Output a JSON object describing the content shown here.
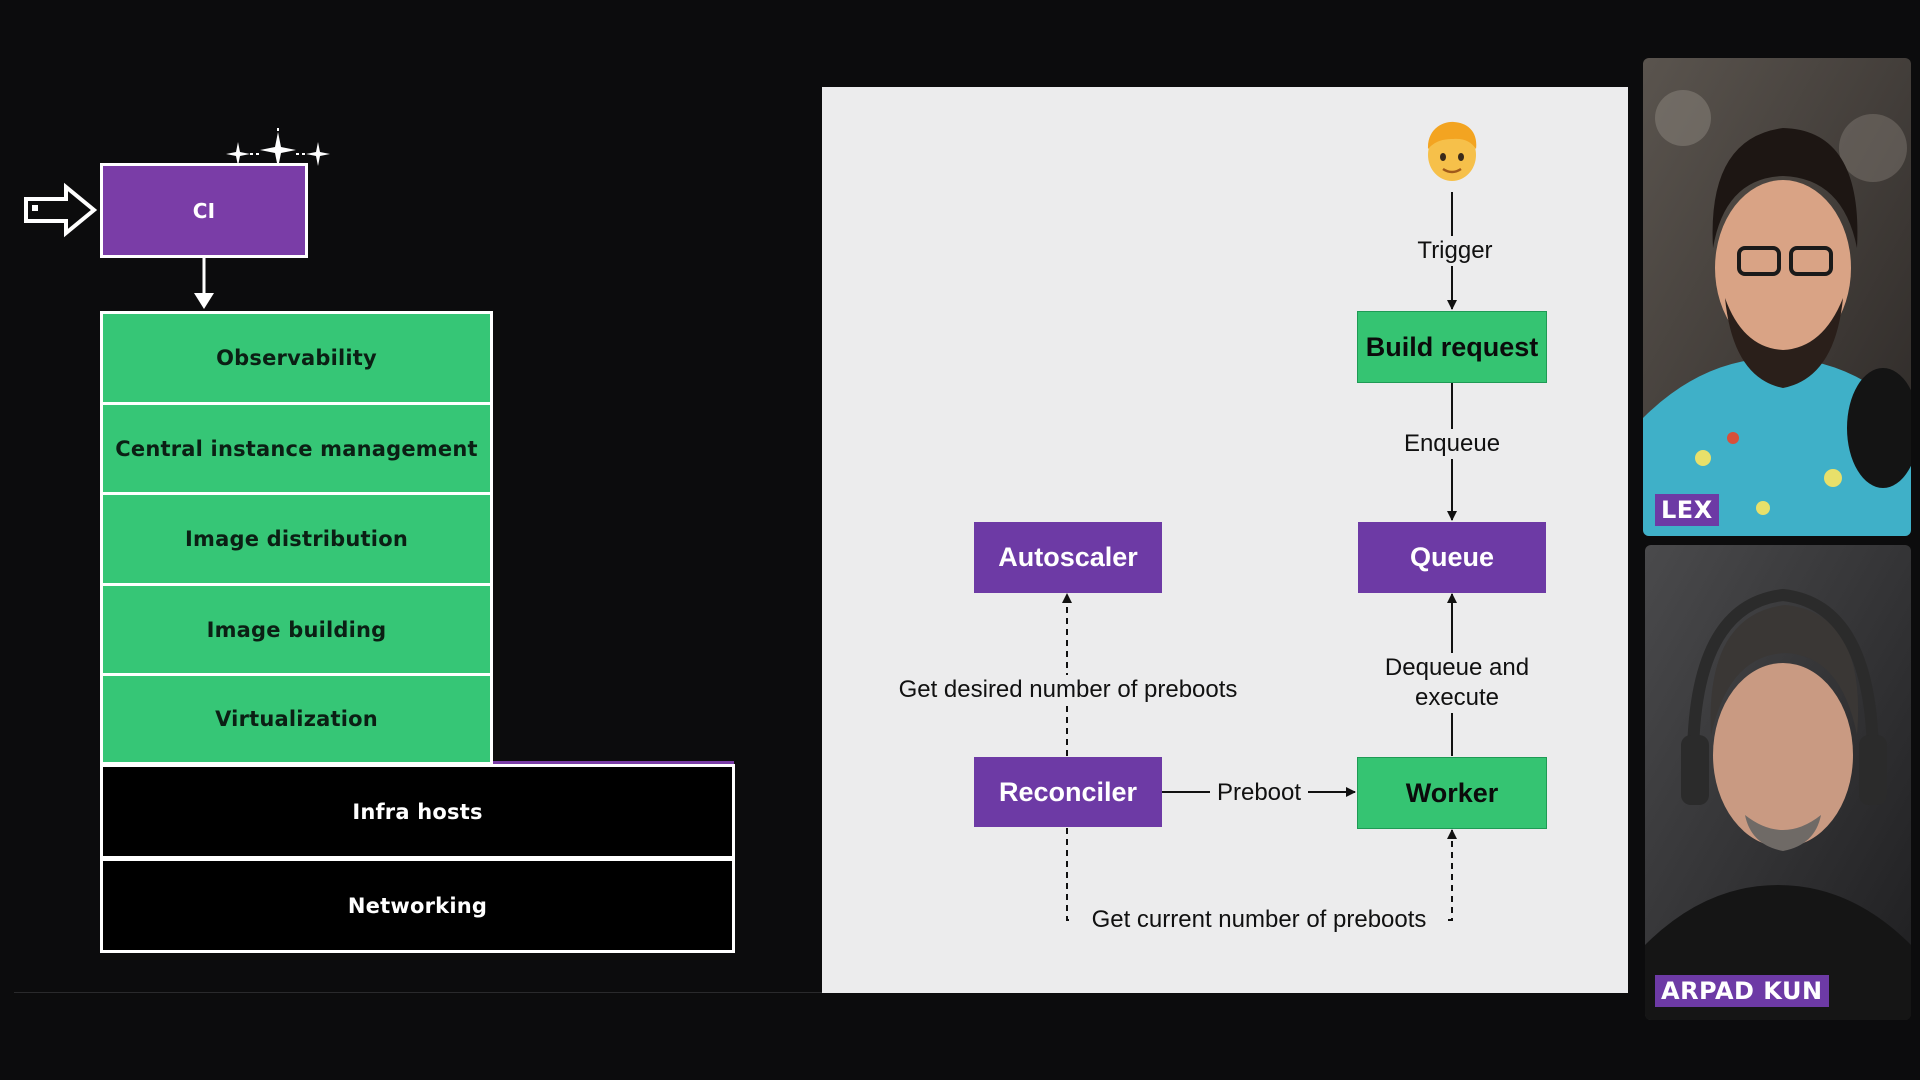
{
  "stack": {
    "ci_label": "CI",
    "green_layers": [
      "Observability",
      "Central instance management",
      "Image distribution",
      "Image building",
      "Virtualization"
    ],
    "black_layers": [
      "Infra hosts",
      "Networking"
    ]
  },
  "flow": {
    "nodes": {
      "build_request": "Build request",
      "queue": "Queue",
      "autoscaler": "Autoscaler",
      "reconciler": "Reconciler",
      "worker": "Worker"
    },
    "edges": {
      "trigger": "Trigger",
      "enqueue": "Enqueue",
      "dequeue": "Dequeue and\nexecute",
      "desired": "Get desired number of preboots",
      "preboot": "Preboot",
      "current": "Get current number of preboots"
    },
    "user_icon": "person-emoji-icon",
    "colors": {
      "purple": "#6d3aa5",
      "green": "#35c472"
    }
  },
  "participants": [
    {
      "name": "LEX"
    },
    {
      "name": "ARPAD KUN"
    }
  ]
}
